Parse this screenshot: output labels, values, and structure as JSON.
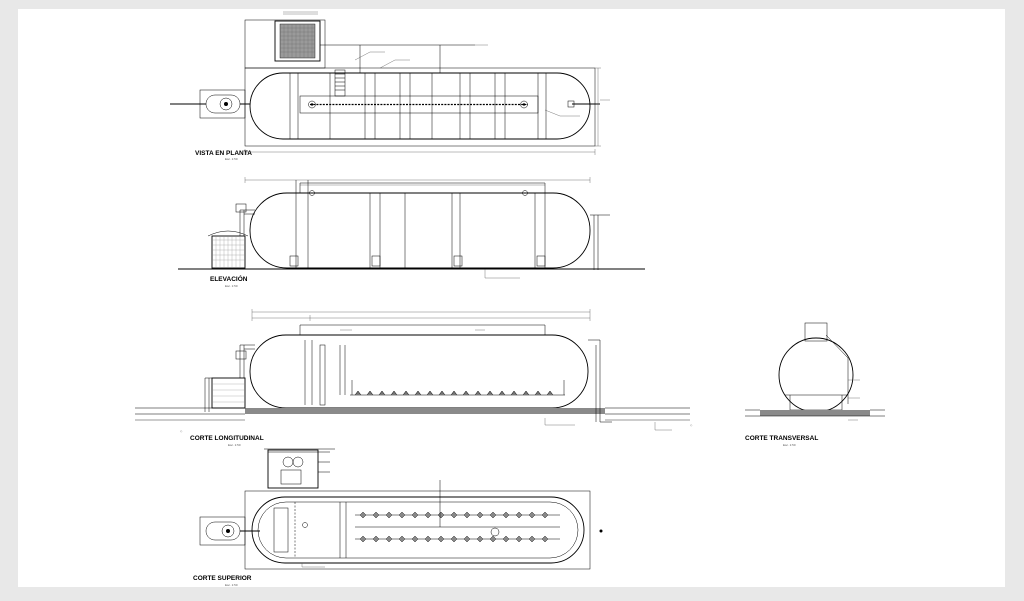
{
  "views": {
    "plan": {
      "title": "VISTA EN PLANTA"
    },
    "elevation": {
      "title": "ELEVACIÓN"
    },
    "long_section": {
      "title": "CORTE LONGITUDINAL"
    },
    "cross_section": {
      "title": "CORTE TRANSVERSAL"
    },
    "top_section": {
      "title": "CORTE SUPERIOR"
    }
  },
  "colors": {
    "paper": "#ffffff",
    "background": "#e8e8e8",
    "ink": "#000000",
    "ground": "#8a8a8a"
  }
}
